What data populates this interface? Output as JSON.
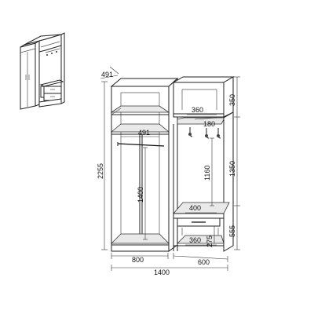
{
  "dimensions": {
    "total_width": "1400",
    "left_width": "800",
    "right_width": "600",
    "depth_left": "491",
    "depth_inner": "491",
    "height_total": "2255",
    "right_top_height": "350",
    "right_mid_height": "1350",
    "right_bottom_height": "555",
    "rail_height_left": "1400",
    "hook_height": "1160",
    "shelf_depth_top": "360",
    "hook_rail_depth": "180",
    "bench_depth": "400",
    "bottom_shelf_depth": "360",
    "bottom_shelf_height": "275"
  }
}
